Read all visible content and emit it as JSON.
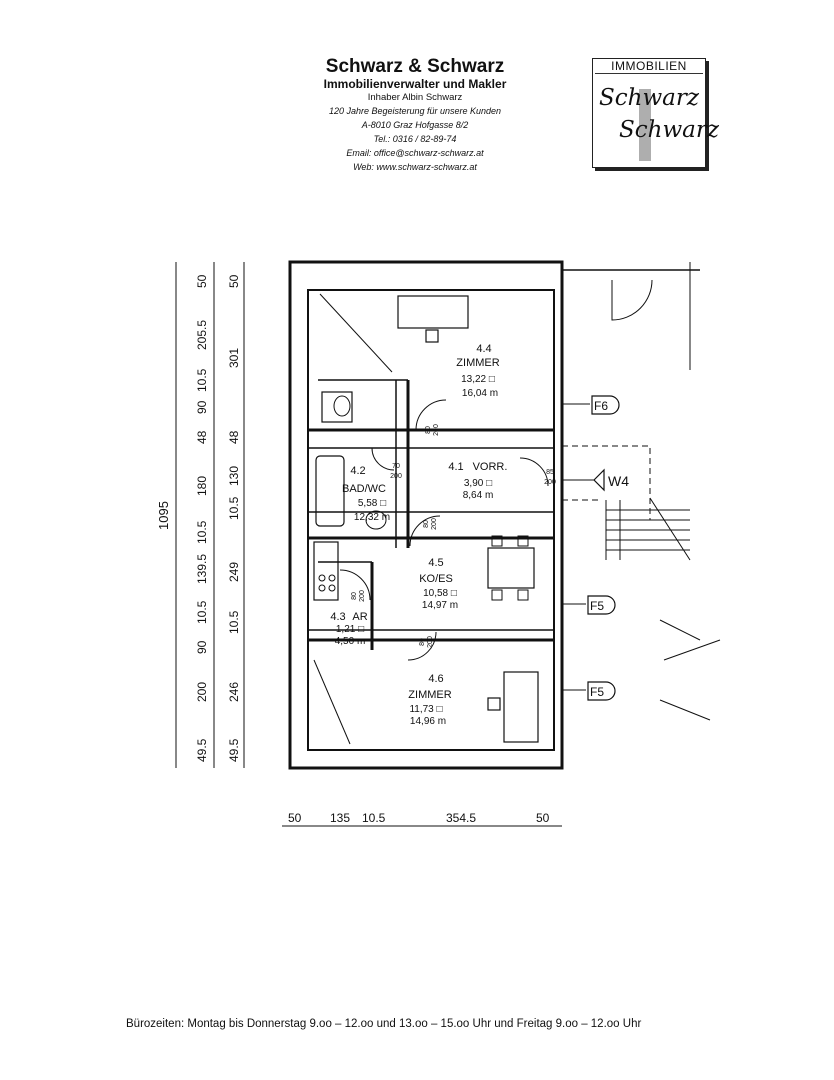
{
  "header": {
    "company": "Schwarz & Schwarz",
    "subtitle": "Immobilienverwalter und Makler",
    "owner": "Inhaber Albin Schwarz",
    "tagline": "120 Jahre Begeisterung für unsere Kunden",
    "address": "A-8010 Graz Hofgasse 8/2",
    "phone": "Tel.: 0316 / 82-89-74",
    "email": "Email: office@schwarz-schwarz.at",
    "web": "Web: www.schwarz-schwarz.at"
  },
  "logo": {
    "top": "IMMOBILIEN",
    "word1": "Schwarz",
    "word2": "Schwarz"
  },
  "plan": {
    "dim_left_outer": [
      "50",
      "205.5",
      "10.5",
      "90",
      "48",
      "180",
      "10.5",
      "139.5",
      "10.5",
      "90",
      "200",
      "49.5"
    ],
    "dim_left_inner": [
      "50",
      "301",
      "48",
      "130",
      "10.5",
      "249",
      "10.5",
      "246",
      "49.5"
    ],
    "dim_total": "1095",
    "dim_bottom": [
      "50",
      "135",
      "10.5",
      "354.5",
      "50"
    ],
    "rooms": {
      "r44_num": "4.4",
      "r44_name": "ZIMMER",
      "r44_area": "13,22 □",
      "r44_perim": "16,04 m",
      "r42_num": "4.2",
      "r42_name": "BAD/WC",
      "r42_area": "5,58 □",
      "r42_perim": "12,32 m",
      "r41_num": "4.1",
      "r41_name": "VORR.",
      "r41_area": "3,90 □",
      "r41_perim": "8,64 m",
      "r45_num": "4.5",
      "r45_name": "KO/ES",
      "r45_area": "10,58 □",
      "r45_perim": "14,97 m",
      "r43_num": "4.3",
      "r43_name": "AR",
      "r43_area": "1,21 □",
      "r43_perim": "4,50 m",
      "r46_num": "4.6",
      "r46_name": "ZIMMER",
      "r46_area": "11,73 □",
      "r46_perim": "14,96 m"
    },
    "doors": {
      "d1_w": "80",
      "d1_h": "200",
      "d2_w": "70",
      "d2_h": "200",
      "d3_w": "85",
      "d3_h": "200",
      "d4_w": "80",
      "d4_h": "200",
      "d5_w": "80",
      "d5_h": "200",
      "d6_w": "80",
      "d6_h": "200"
    },
    "windows": {
      "f6": "F6",
      "w4": "W4",
      "f5a": "F5",
      "f5b": "F5"
    }
  },
  "footer": {
    "hours": "Bürozeiten: Montag bis Donnerstag 9.oo – 12.oo und 13.oo – 15.oo Uhr und Freitag 9.oo – 12.oo Uhr"
  }
}
